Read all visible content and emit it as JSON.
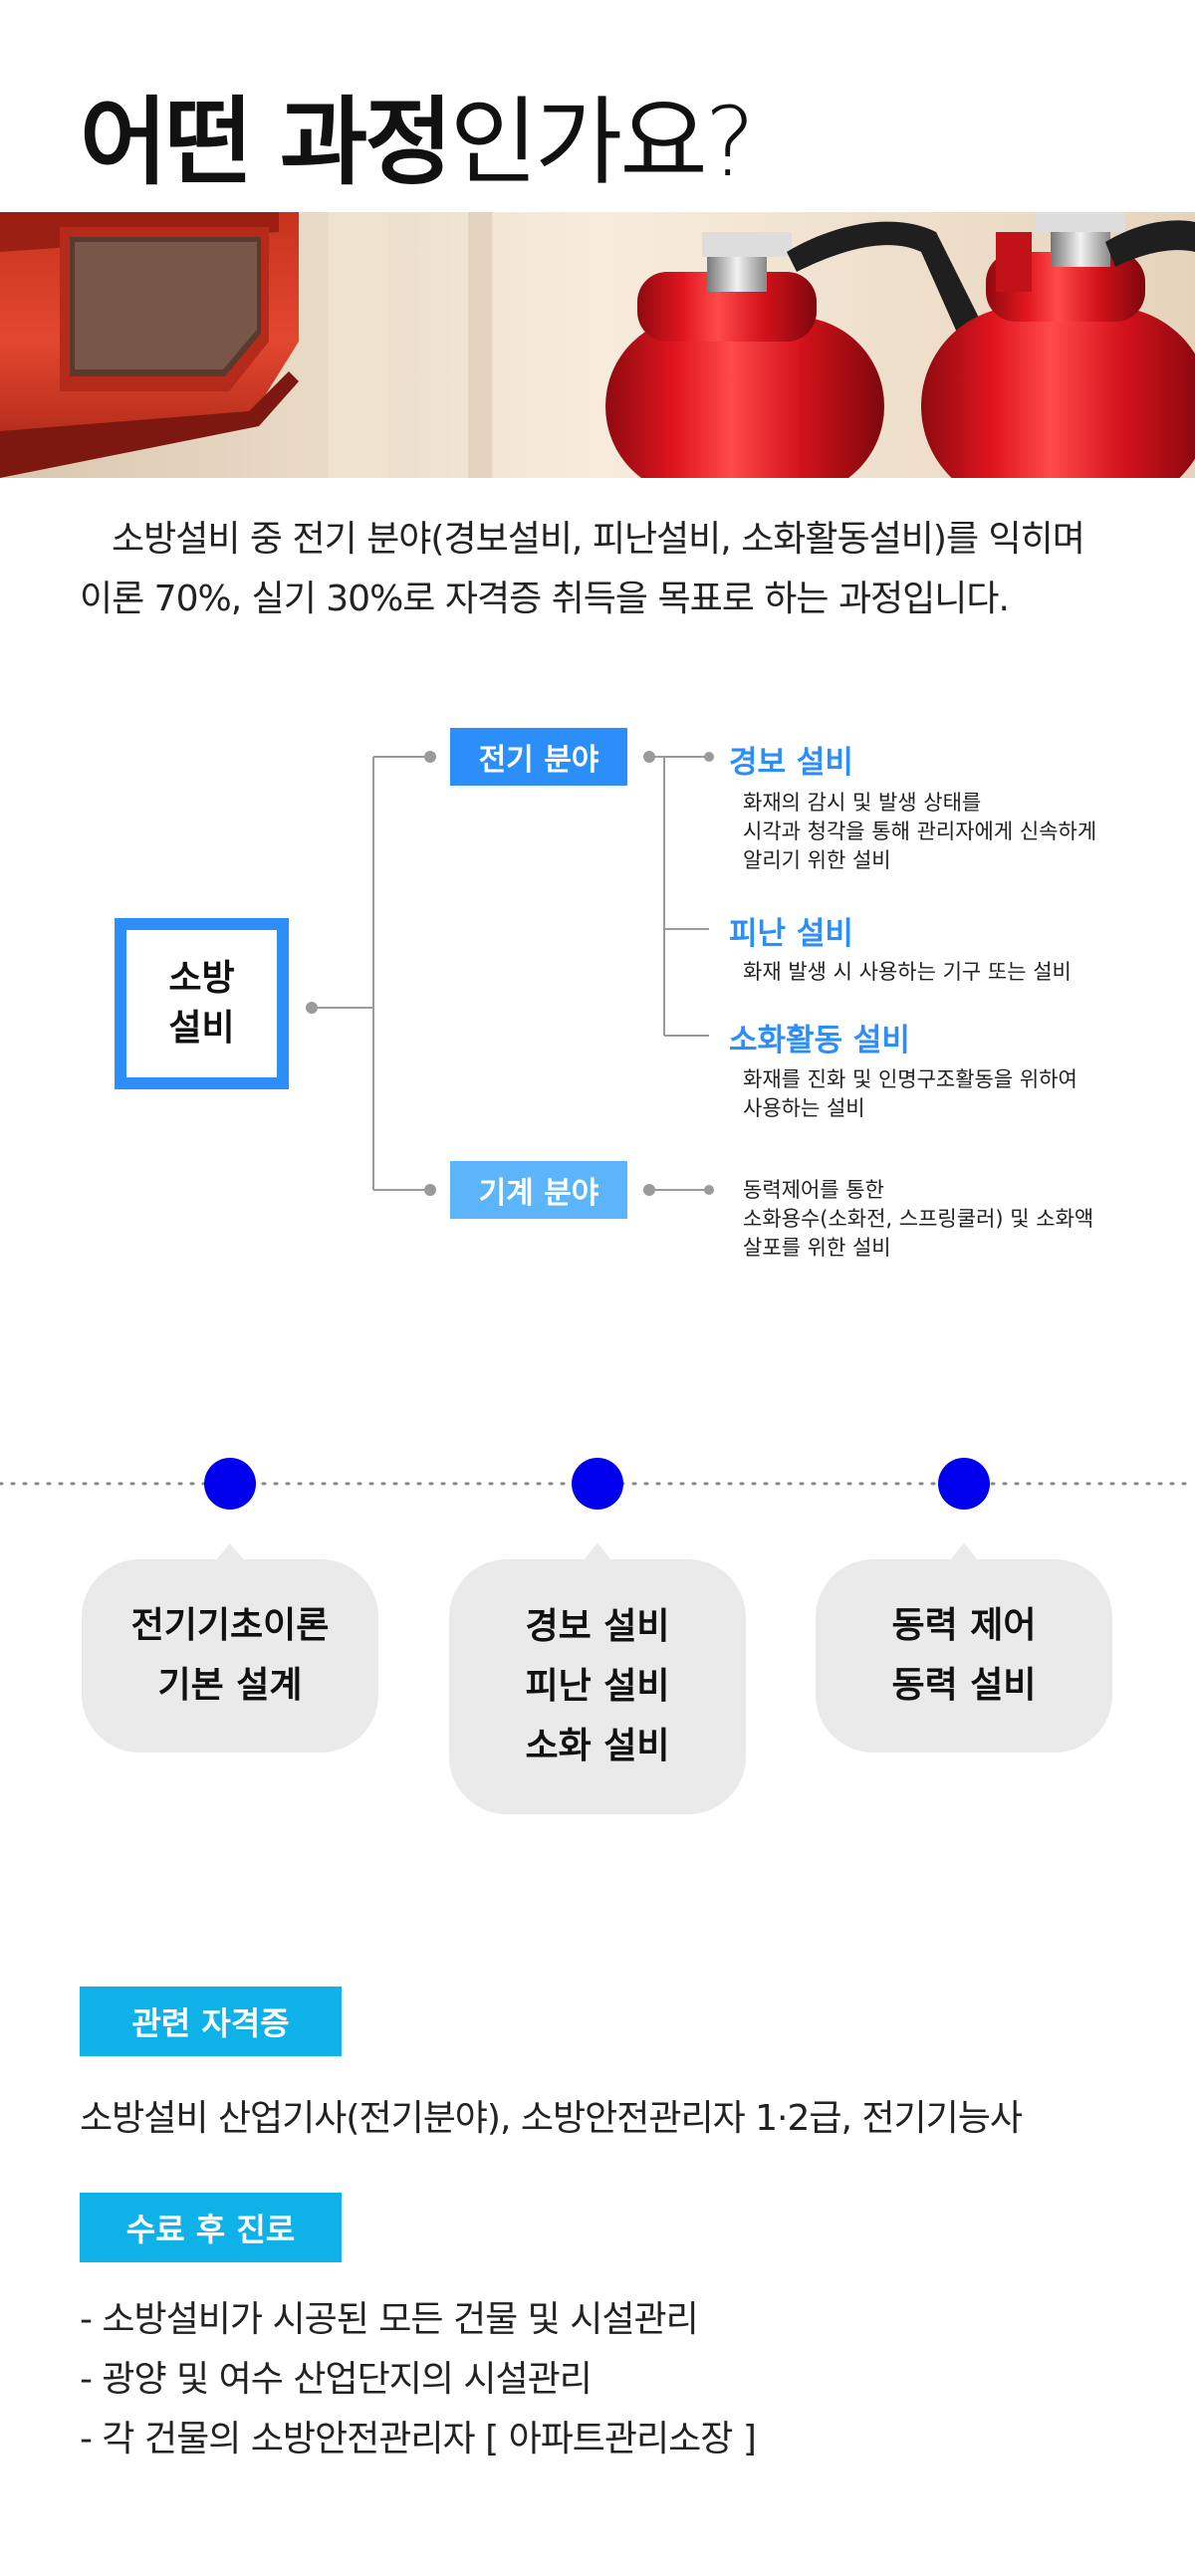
{
  "title": {
    "bold": "어떤 과정",
    "light": "인가요?"
  },
  "hero": {
    "icon": "fire-extinguisher-photo"
  },
  "intro": {
    "line1": "소방설비 중 전기 분야(경보설비, 피난설비, 소화활동설비)를 익히며",
    "line2": "이론 70%, 실기 30%로 자격증 취득을 목표로 하는 과정입니다."
  },
  "tree": {
    "root": {
      "line1": "소방",
      "line2": "설비"
    },
    "electric": {
      "label": "전기 분야",
      "items": [
        {
          "title": "경보 설비",
          "desc": "화재의 감시 및 발생 상태를\n시각과 청각을 통해 관리자에게 신속하게\n알리기 위한 설비"
        },
        {
          "title": "피난 설비",
          "desc": "화재 발생 시 사용하는 기구 또는 설비"
        },
        {
          "title": "소화활동 설비",
          "desc": "화재를 진화 및 인명구조활동을 위하여\n사용하는 설비"
        }
      ]
    },
    "mechanical": {
      "label": "기계 분야",
      "desc": "동력제어를 통한\n소화용수(소화전, 스프링쿨러) 및 소화액\n살포를 위한 설비"
    }
  },
  "steps": [
    {
      "text": "전기기초이론\n기본 설계"
    },
    {
      "text": "경보 설비\n피난 설비\n소화 설비"
    },
    {
      "text": "동력 제어\n동력 설비"
    }
  ],
  "certificate": {
    "label": "관련 자격증",
    "text": "소방설비 산업기사(전기분야), 소방안전관리자 1·2급, 전기기능사"
  },
  "career": {
    "label": "수료 후 진로",
    "items": [
      "- 소방설비가 시공된 모든 건물 및 시설관리",
      "- 광양 및 여수 산업단지의 시설관리",
      "- 각 건물의 소방안전관리자 [ 아파트관리소장 ]"
    ]
  },
  "colors": {
    "primary_blue": "#2c8ef8",
    "light_blue": "#5cb5fb",
    "dot_blue": "#0000ee",
    "badge_cyan": "#0fb2e8",
    "bubble_gray": "#eaeaea",
    "extinguisher_red": "#d4121b"
  }
}
